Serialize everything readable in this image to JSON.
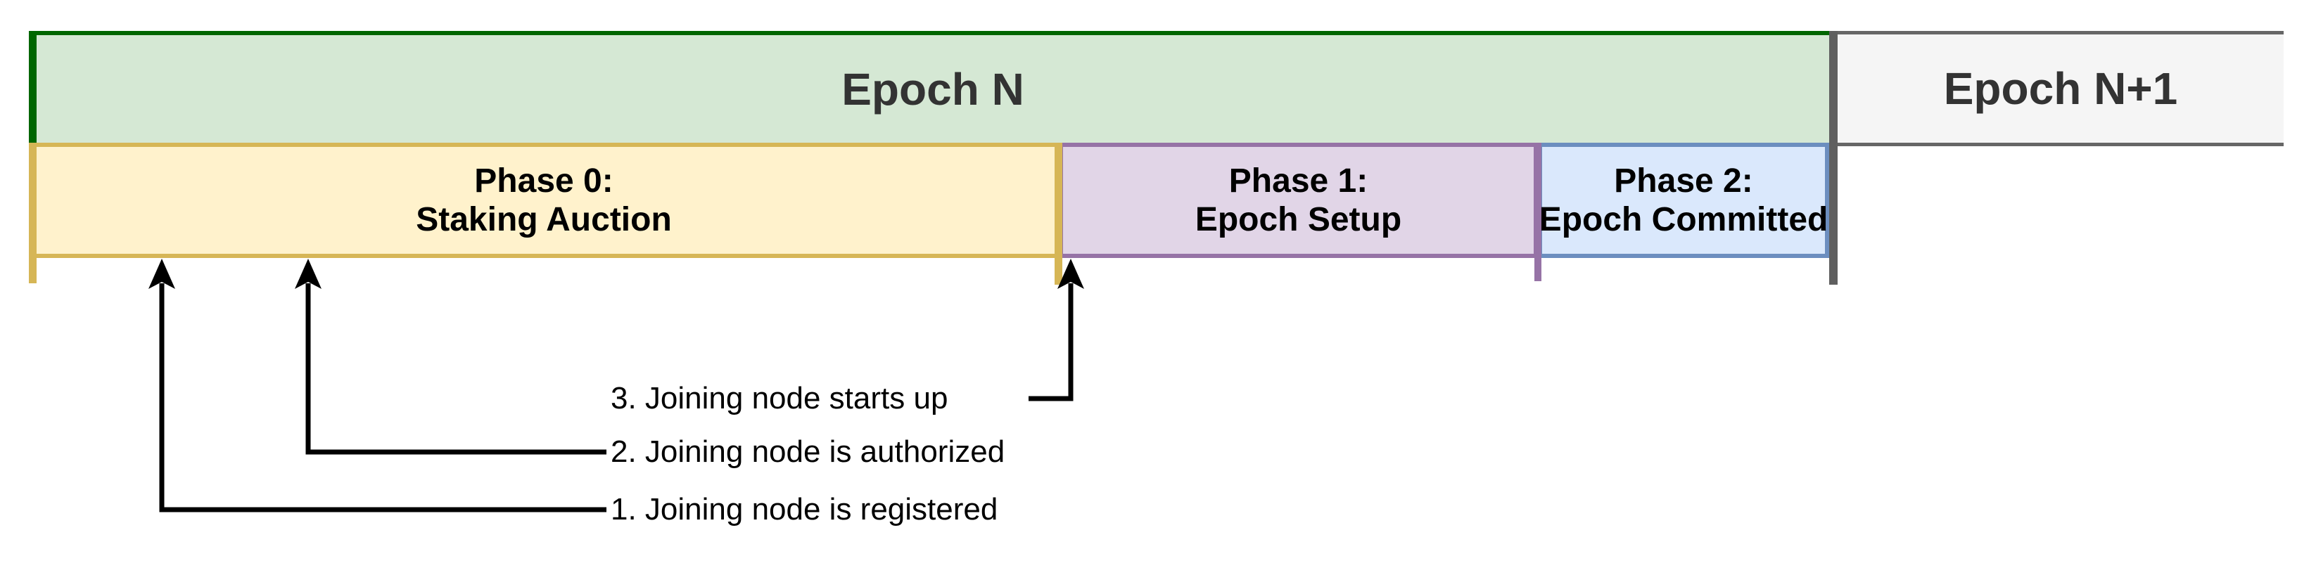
{
  "diagram": {
    "epochs": [
      {
        "label": "Epoch N"
      },
      {
        "label": "Epoch N+1"
      }
    ],
    "phases": [
      {
        "line1": "Phase 0:",
        "line2": "Staking Auction"
      },
      {
        "line1": "Phase 1:",
        "line2": "Epoch Setup"
      },
      {
        "line1": "Phase 2:",
        "line2": "Epoch Committed"
      }
    ],
    "annotations": [
      {
        "label": "1. Joining node is registered"
      },
      {
        "label": "2. Joining node is authorized"
      },
      {
        "label": "3. Joining node starts up"
      }
    ],
    "colors": {
      "epoch_n_fill": "#d5e8d4",
      "epoch_n_border": "#006600",
      "epoch_n1_fill": "#f5f5f5",
      "epoch_n1_border": "#666666",
      "epoch_divider": "#5f5f5f",
      "phase0_fill": "#fff2cc",
      "phase0_border": "#d6b656",
      "phase1_fill": "#e1d5e7",
      "phase1_border": "#9673a6",
      "phase2_fill": "#dae8fc",
      "phase2_border": "#6c8ebf",
      "epoch_text": "#333333",
      "phase_text": "#000000",
      "annotation_text": "#000000",
      "arrow": "#000000"
    }
  }
}
